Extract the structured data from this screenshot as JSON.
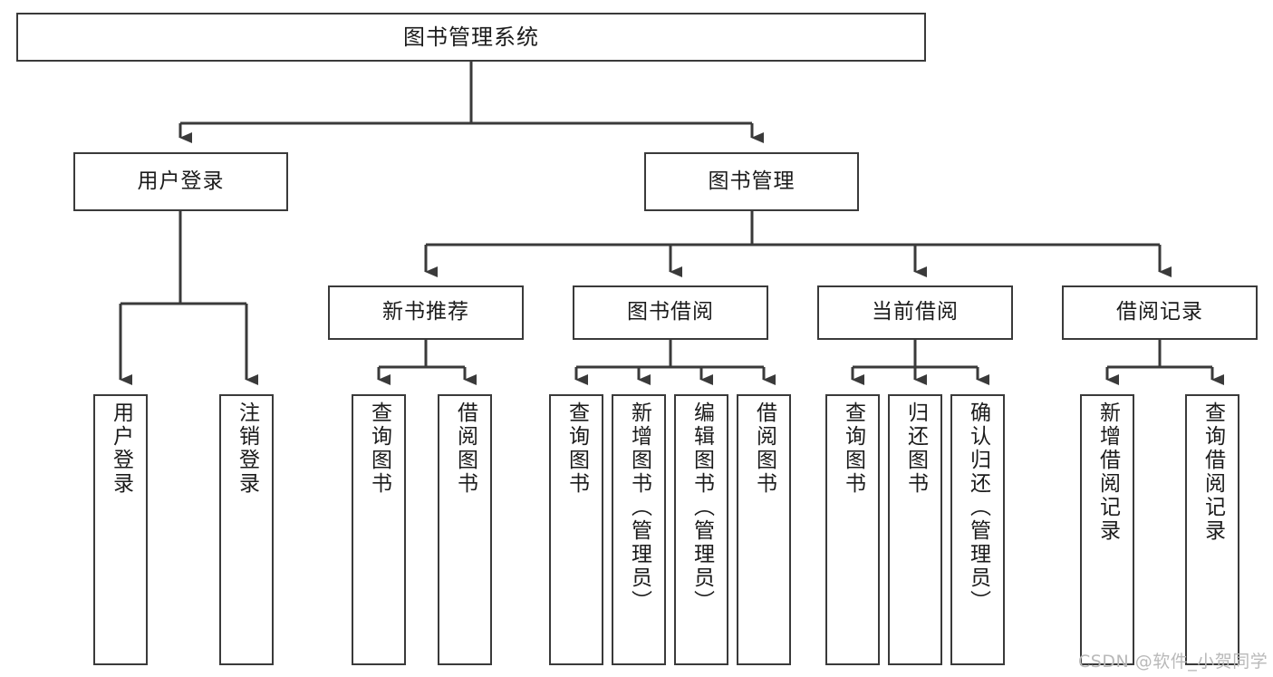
{
  "diagram": {
    "title": "图书管理系统",
    "type": "hierarchy-tree",
    "watermark": "CSDN @软件_小贺同学",
    "colors": {
      "box_border": "#3a3a3a",
      "box_fill": "#ffffff",
      "connector": "#3a3a3a",
      "text": "#1b1b1b",
      "watermark": "#b9b9b9",
      "background": "#ffffff"
    },
    "nodes": {
      "root": {
        "label": "图书管理系统"
      },
      "level2": [
        {
          "id": "user-login",
          "label": "用户登录"
        },
        {
          "id": "book-manage",
          "label": "图书管理"
        }
      ],
      "level3": [
        {
          "id": "new-book-recommend",
          "label": "新书推荐"
        },
        {
          "id": "book-borrow",
          "label": "图书借阅"
        },
        {
          "id": "current-borrow",
          "label": "当前借阅"
        },
        {
          "id": "borrow-record",
          "label": "借阅记录"
        }
      ],
      "leaves": {
        "user-login": [
          {
            "id": "leaf-user-login",
            "label": "用户登录"
          },
          {
            "id": "leaf-logout",
            "label": "注销登录"
          }
        ],
        "new-book-recommend": [
          {
            "id": "leaf-query-book-1",
            "label": "查询图书"
          },
          {
            "id": "leaf-borrow-book-1",
            "label": "借阅图书"
          }
        ],
        "book-borrow": [
          {
            "id": "leaf-query-book-2",
            "label": "查询图书"
          },
          {
            "id": "leaf-add-book",
            "label": "新增图书（管理员）"
          },
          {
            "id": "leaf-edit-book",
            "label": "编辑图书（管理员）"
          },
          {
            "id": "leaf-borrow-book-2",
            "label": "借阅图书"
          }
        ],
        "current-borrow": [
          {
            "id": "leaf-query-book-3",
            "label": "查询图书"
          },
          {
            "id": "leaf-return-book",
            "label": "归还图书"
          },
          {
            "id": "leaf-confirm-return",
            "label": "确认归还（管理员）"
          }
        ],
        "borrow-record": [
          {
            "id": "leaf-add-record",
            "label": "新增借阅记录"
          },
          {
            "id": "leaf-query-record",
            "label": "查询借阅记录"
          }
        ]
      }
    }
  }
}
